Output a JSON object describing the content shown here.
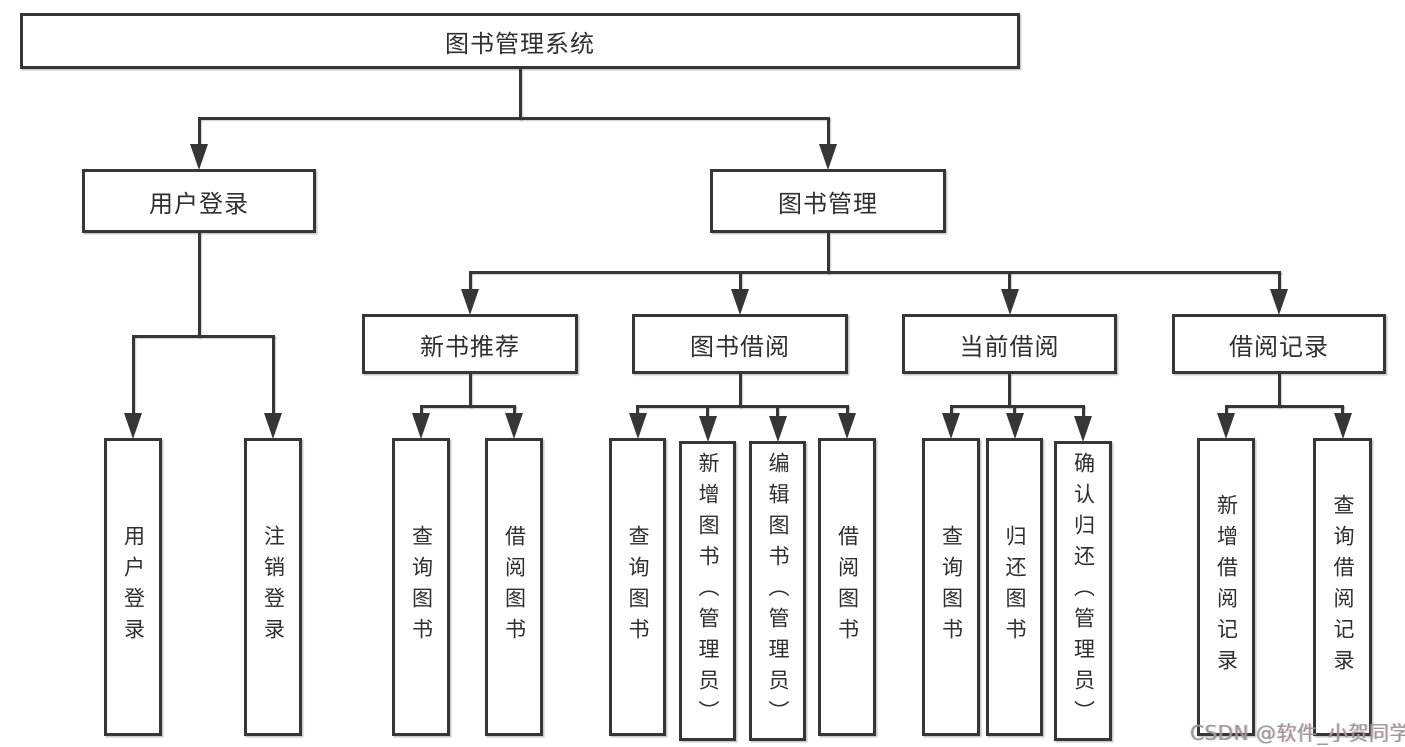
{
  "diagram": {
    "title": "图书管理系统",
    "nodes": [
      {
        "id": "root",
        "label": "图书管理系统",
        "parent": null
      },
      {
        "id": "user-login",
        "label": "用户登录",
        "parent": "root"
      },
      {
        "id": "book-mgmt",
        "label": "图书管理",
        "parent": "root"
      },
      {
        "id": "new-book",
        "label": "新书推荐",
        "parent": "book-mgmt"
      },
      {
        "id": "book-borrow",
        "label": "图书借阅",
        "parent": "book-mgmt"
      },
      {
        "id": "current-borrow",
        "label": "当前借阅",
        "parent": "book-mgmt"
      },
      {
        "id": "borrow-record",
        "label": "借阅记录",
        "parent": "book-mgmt"
      },
      {
        "id": "ul-login",
        "label": "用户登录",
        "parent": "user-login"
      },
      {
        "id": "ul-logout",
        "label": "注销登录",
        "parent": "user-login"
      },
      {
        "id": "nb-query",
        "label": "查询图书",
        "parent": "new-book"
      },
      {
        "id": "nb-borrow",
        "label": "借阅图书",
        "parent": "new-book"
      },
      {
        "id": "bb-query",
        "label": "查询图书",
        "parent": "book-borrow"
      },
      {
        "id": "bb-add",
        "label": "新增图书（管理员）",
        "parent": "book-borrow"
      },
      {
        "id": "bb-edit",
        "label": "编辑图书（管理员）",
        "parent": "book-borrow"
      },
      {
        "id": "bb-borrow",
        "label": "借阅图书",
        "parent": "book-borrow"
      },
      {
        "id": "cb-query",
        "label": "查询图书",
        "parent": "current-borrow"
      },
      {
        "id": "cb-return",
        "label": "归还图书",
        "parent": "current-borrow"
      },
      {
        "id": "cb-confirm",
        "label": "确认归还（管理员）",
        "parent": "current-borrow"
      },
      {
        "id": "br-add",
        "label": "新增借阅记录",
        "parent": "borrow-record"
      },
      {
        "id": "br-query",
        "label": "查询借阅记录",
        "parent": "borrow-record"
      }
    ]
  },
  "watermark": {
    "text": "CSDN @软件_小贺同学"
  },
  "colors": {
    "line": "#363636",
    "text": "#2f2f2f",
    "watermark": "#9a9a9a",
    "background": "#ffffff"
  }
}
